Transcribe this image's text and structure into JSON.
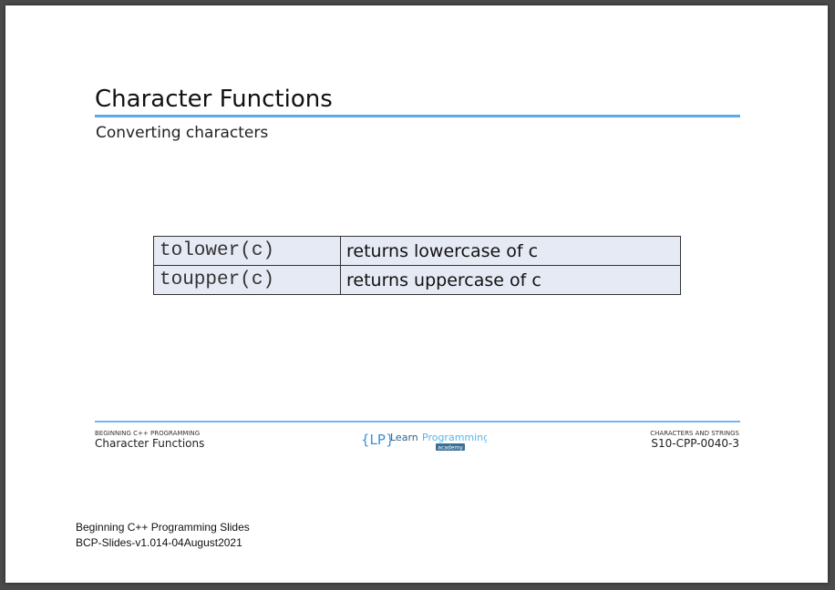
{
  "slide": {
    "title": "Character Functions",
    "subtitle": "Converting characters",
    "table": [
      {
        "code": "tolower(c)",
        "desc": "returns lowercase of c"
      },
      {
        "code": "toupper(c)",
        "desc": "returns uppercase of c"
      }
    ]
  },
  "footer": {
    "left_small": "BEGINNING C++ PROGRAMMING",
    "left_big": "Character Functions",
    "right_small": "CHARACTERS AND STRINGS",
    "right_big": "S10-CPP-0040-3",
    "logo": {
      "bracket": "{LP}",
      "text_dark": "Learn",
      "text_light": "Programming",
      "badge": "academy"
    }
  },
  "page_notes": {
    "line1": "Beginning C++ Programming Slides",
    "line2": "BCP-Slides-v1.014-04August2021"
  },
  "colors": {
    "accent": "#5aa9ec",
    "table_bg": "#e6eaf4",
    "viewer_bg": "#4a4a4a"
  }
}
